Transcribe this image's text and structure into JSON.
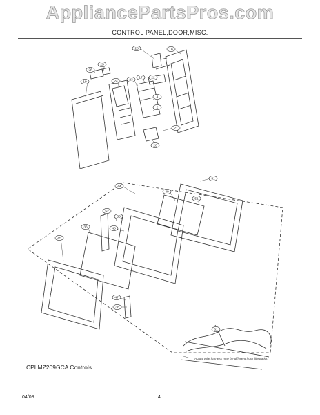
{
  "header": {
    "watermark": "AppliancePartsPros.com",
    "subtitle": "CONTROL PANEL,DOOR,MISC."
  },
  "callouts": [
    "28",
    "18",
    "25",
    "26",
    "19",
    "24",
    "23",
    "17",
    "22",
    "4",
    "2",
    "21",
    "20",
    "31",
    "44",
    "40",
    "51",
    "52",
    "55",
    "36",
    "48",
    "45",
    "47",
    "38",
    "61"
  ],
  "note": "Actual wire harness may be different from illustration",
  "caption": "CPLMZ209GCA Controls",
  "footer": {
    "date": "04/08",
    "page": "4"
  }
}
